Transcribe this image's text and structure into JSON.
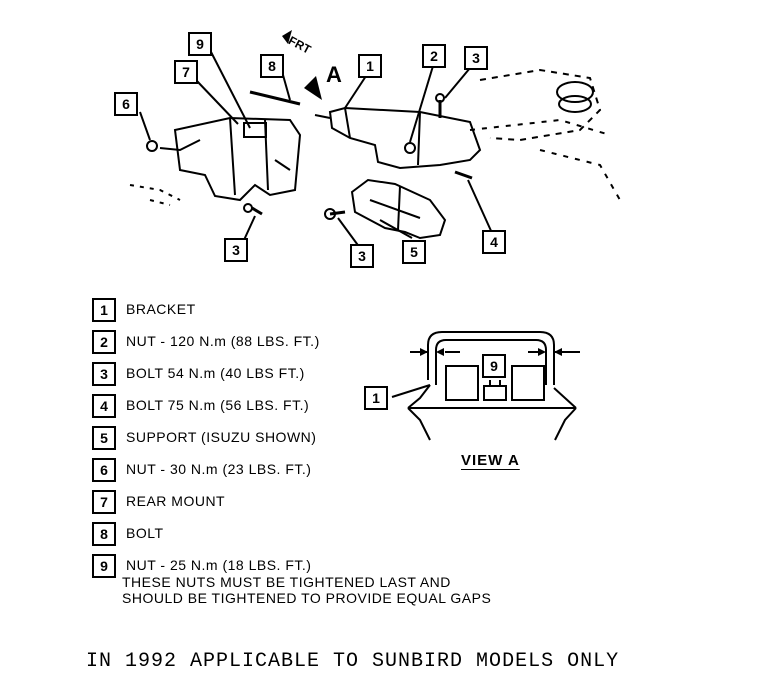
{
  "diagram": {
    "front_label": "FRT",
    "view_arrow_label": "A",
    "callouts": [
      "1",
      "2",
      "3",
      "4",
      "5",
      "6",
      "7",
      "8",
      "9",
      "3",
      "3"
    ],
    "view": {
      "label": "VIEW A",
      "callouts": [
        "9",
        "1"
      ]
    }
  },
  "legend": [
    {
      "num": "1",
      "text": "BRACKET"
    },
    {
      "num": "2",
      "text": "NUT - 120 N.m (88 LBS. FT.)"
    },
    {
      "num": "3",
      "text": "BOLT 54 N.m (40 LBS FT.)"
    },
    {
      "num": "4",
      "text": "BOLT 75 N.m (56 LBS. FT.)"
    },
    {
      "num": "5",
      "text": "SUPPORT (ISUZU SHOWN)"
    },
    {
      "num": "6",
      "text": "NUT - 30 N.m (23 LBS. FT.)"
    },
    {
      "num": "7",
      "text": "REAR MOUNT"
    },
    {
      "num": "8",
      "text": "BOLT"
    },
    {
      "num": "9",
      "text": "NUT - 25 N.m (18 LBS. FT.)",
      "note_1": "THESE NUTS MUST BE TIGHTENED LAST AND",
      "note_2": "SHOULD BE TIGHTENED TO PROVIDE EQUAL GAPS"
    }
  ],
  "footer": "IN 1992 APPLICABLE TO SUNBIRD MODELS ONLY"
}
